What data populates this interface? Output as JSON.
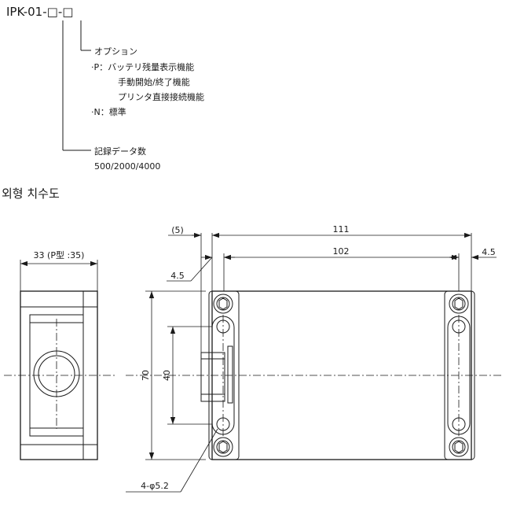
{
  "model_code": "IPK-01-□-□",
  "options": {
    "heading": "オプション",
    "p_label": "·P：バッテリ残量表示機能",
    "p_line2": "手動開始/終了機能",
    "p_line3": "プリンタ直接接続機能",
    "n_label": "·N：標準"
  },
  "capacity": {
    "heading": "記録データ数",
    "values": "500/2000/4000"
  },
  "drawing_title": "외형 치수도",
  "dims": {
    "side_width": "33 (P型 :35)",
    "offset_5": "(5)",
    "length_111": "111",
    "length_102": "102",
    "edge_45_right": "4.5",
    "edge_45_left": "4.5",
    "height_70": "70",
    "height_40": "40",
    "holes": "4-φ5.2"
  }
}
